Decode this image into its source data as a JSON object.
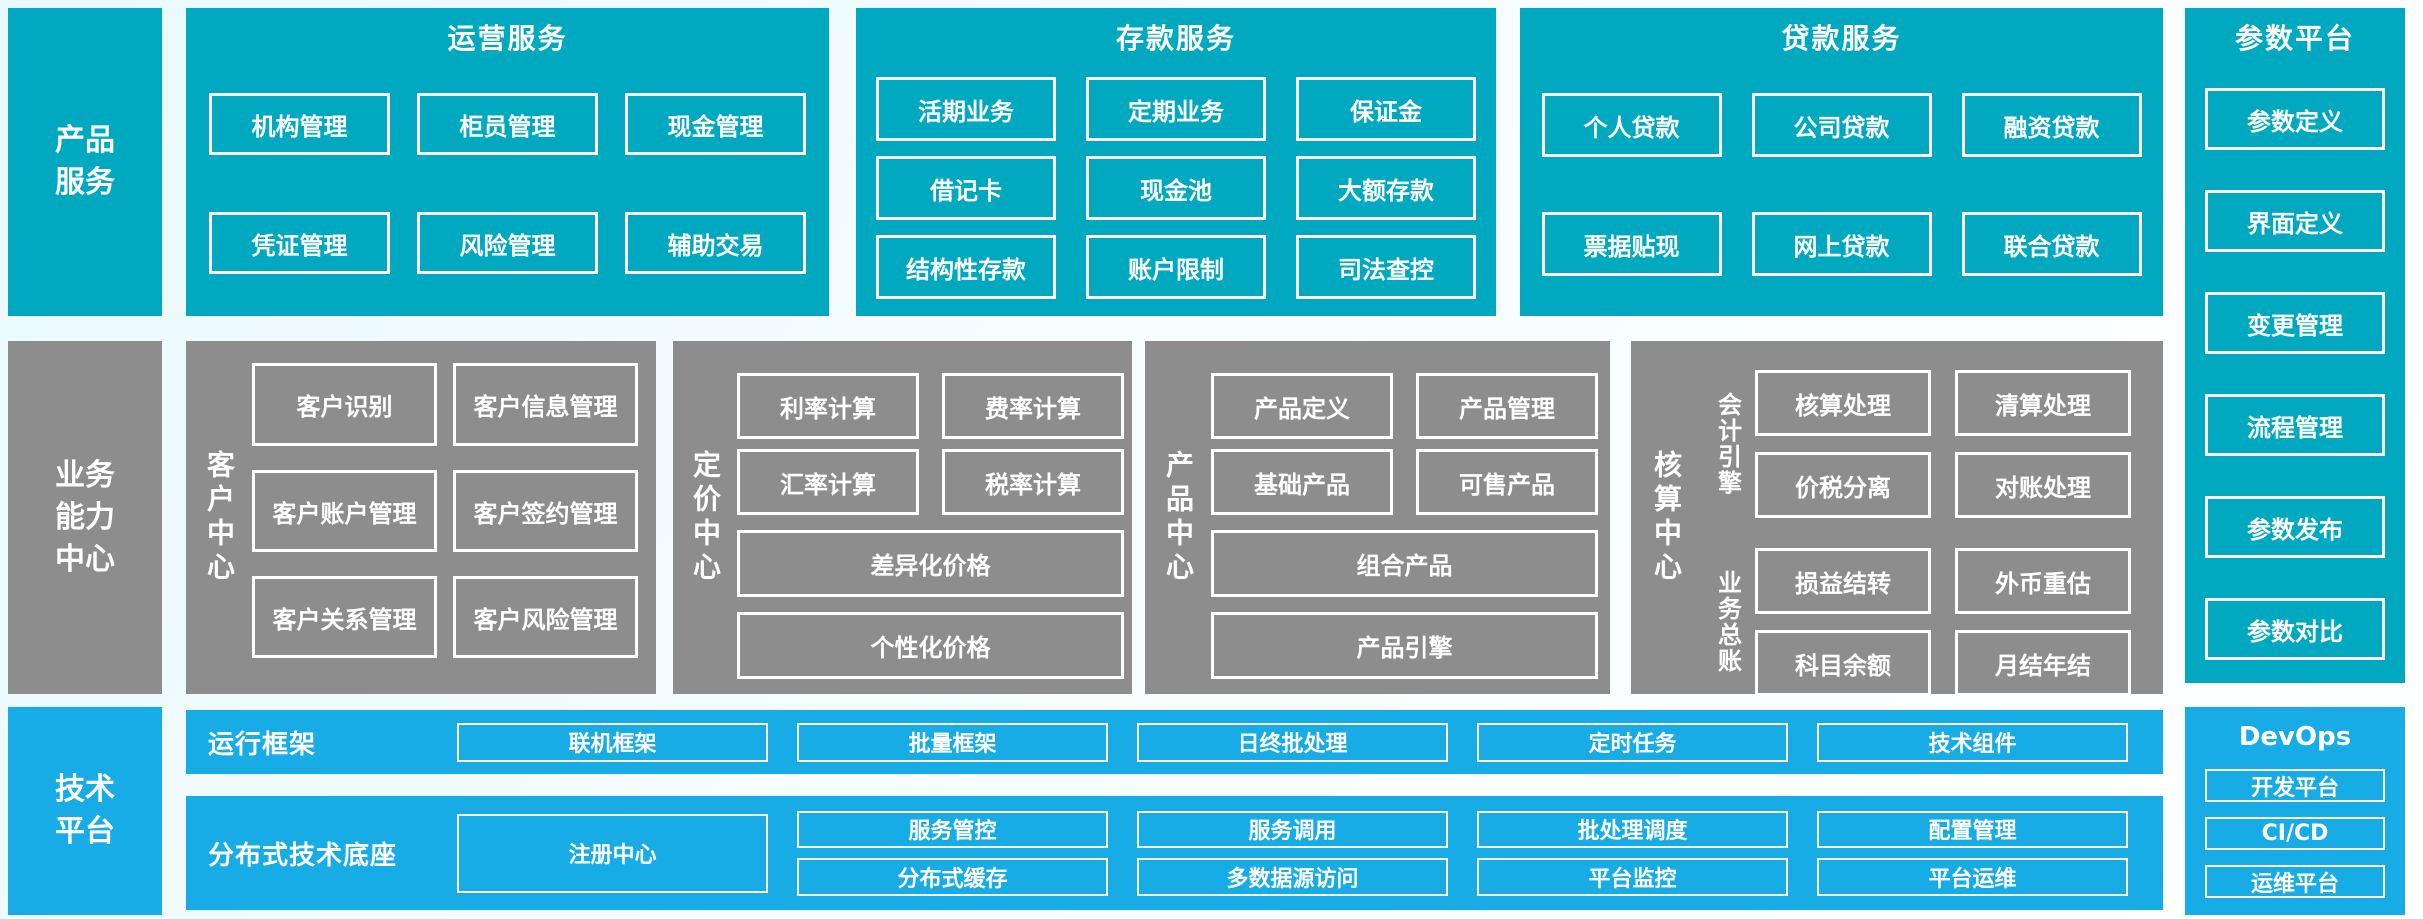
{
  "palette": {
    "teal": "#00a9c0",
    "gray": "#8d8d8d",
    "blue": "#18ace6",
    "text": "#ffffff"
  },
  "sidebars": {
    "product": {
      "label": "产品服务"
    },
    "business": {
      "label": "业务能力中心"
    },
    "tech": {
      "label": "技术平台"
    }
  },
  "operations": {
    "title": "运营服务",
    "items": [
      "机构管理",
      "柜员管理",
      "现金管理",
      "凭证管理",
      "风险管理",
      "辅助交易"
    ]
  },
  "deposit": {
    "title": "存款服务",
    "items": [
      "活期业务",
      "定期业务",
      "保证金",
      "借记卡",
      "现金池",
      "大额存款",
      "结构性存款",
      "账户限制",
      "司法查控"
    ]
  },
  "loan": {
    "title": "贷款服务",
    "items": [
      "个人贷款",
      "公司贷款",
      "融资贷款",
      "票据贴现",
      "网上贷款",
      "联合贷款"
    ]
  },
  "parameter": {
    "title": "参数平台",
    "items": [
      "参数定义",
      "界面定义",
      "变更管理",
      "流程管理",
      "参数发布",
      "参数对比"
    ]
  },
  "customer": {
    "title": "客户中心",
    "items": [
      "客户识别",
      "客户信息管理",
      "客户账户管理",
      "客户签约管理",
      "客户关系管理",
      "客户风险管理"
    ]
  },
  "pricing": {
    "title": "定价中心",
    "items": [
      "利率计算",
      "费率计算",
      "汇率计算",
      "税率计算"
    ],
    "wide_items": [
      "差异化价格",
      "个性化价格"
    ]
  },
  "product_center": {
    "title": "产品中心",
    "items": [
      "产品定义",
      "产品管理",
      "基础产品",
      "可售产品"
    ],
    "wide_items": [
      "组合产品",
      "产品引擎"
    ]
  },
  "accounting": {
    "title": "核算中心",
    "groups": [
      {
        "label": "会计引擎",
        "items": [
          "核算处理",
          "清算处理",
          "价税分离",
          "对账处理"
        ]
      },
      {
        "label": "业务总账",
        "items": [
          "损益结转",
          "外币重估",
          "科目余额",
          "月结年结"
        ]
      }
    ]
  },
  "runtime": {
    "label": "运行框架",
    "items": [
      "联机框架",
      "批量框架",
      "日终批处理",
      "定时任务",
      "技术组件"
    ]
  },
  "distributed": {
    "label": "分布式技术底座",
    "registry": "注册中心",
    "items": [
      "服务管控",
      "服务调用",
      "批处理调度",
      "配置管理",
      "分布式缓存",
      "多数据源访问",
      "平台监控",
      "平台运维"
    ]
  },
  "devops": {
    "title": "DevOps",
    "items": [
      "开发平台",
      "CI/CD",
      "运维平台"
    ]
  }
}
